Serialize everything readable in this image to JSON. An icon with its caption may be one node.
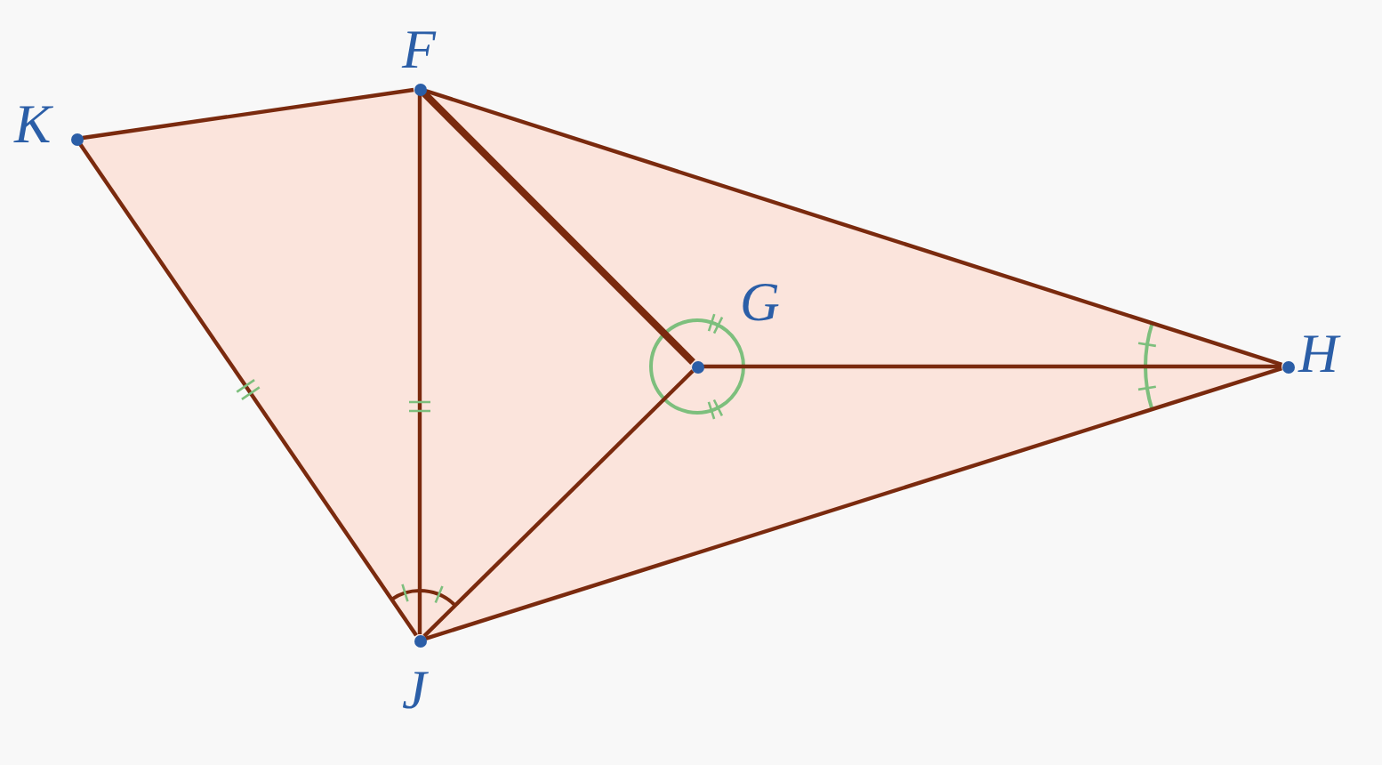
{
  "diagram": {
    "nodes": [
      {
        "text": [],
        "shape": "circle",
        "beside": [
          "K"
        ]
      },
      {
        "text": [],
        "shape": "circle",
        "beside": [
          "F"
        ]
      },
      {
        "text": [],
        "shape": "circle",
        "beside": [
          "G"
        ]
      },
      {
        "text": [],
        "shape": "circle",
        "beside": [
          "H"
        ]
      },
      {
        "text": [],
        "shape": "circle",
        "beside": [
          "J"
        ]
      }
    ],
    "edges": [
      {
        "from": 0,
        "to": 1,
        "arrow": "none"
      },
      {
        "from": 1,
        "to": 3,
        "arrow": "none"
      },
      {
        "from": 1,
        "to": 4,
        "arrow": "none"
      },
      {
        "from": 1,
        "to": 2,
        "arrow": "none",
        "style": "thick"
      },
      {
        "from": 2,
        "to": 3,
        "arrow": "none"
      },
      {
        "from": 2,
        "to": 4,
        "arrow": "none"
      },
      {
        "from": 4,
        "to": 3,
        "arrow": "none"
      },
      {
        "from": 0,
        "to": 4,
        "arrow": "none"
      }
    ]
  }
}
